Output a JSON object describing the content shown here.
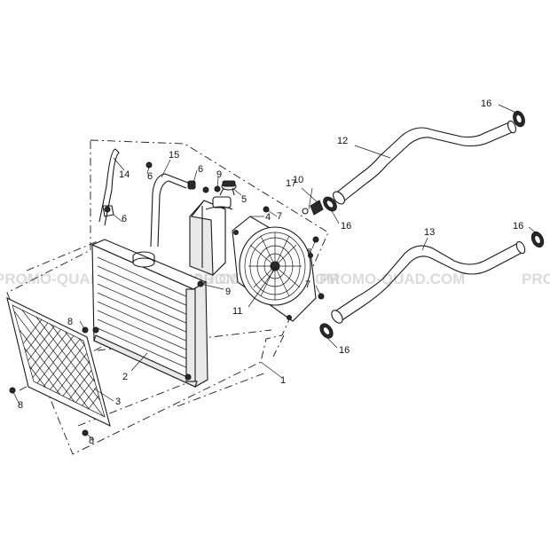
{
  "watermark": "PROMO-QUAD.COM",
  "watermark_partial": "PRO",
  "callouts": {
    "c1": "1",
    "c2": "2",
    "c3": "3",
    "c4": "4",
    "c5": "5",
    "c6a": "6",
    "c6b": "6",
    "c6c": "6",
    "c7a": "7",
    "c7b": "7",
    "c7c": "7",
    "c8a": "8",
    "c8b": "8",
    "c8c": "8",
    "c9a": "9",
    "c9b": "9",
    "c10": "10",
    "c11": "11",
    "c12": "12",
    "c13": "13",
    "c14": "14",
    "c15": "15",
    "c16a": "16",
    "c16b": "16",
    "c16c": "16",
    "c16d": "16",
    "c17": "17"
  }
}
